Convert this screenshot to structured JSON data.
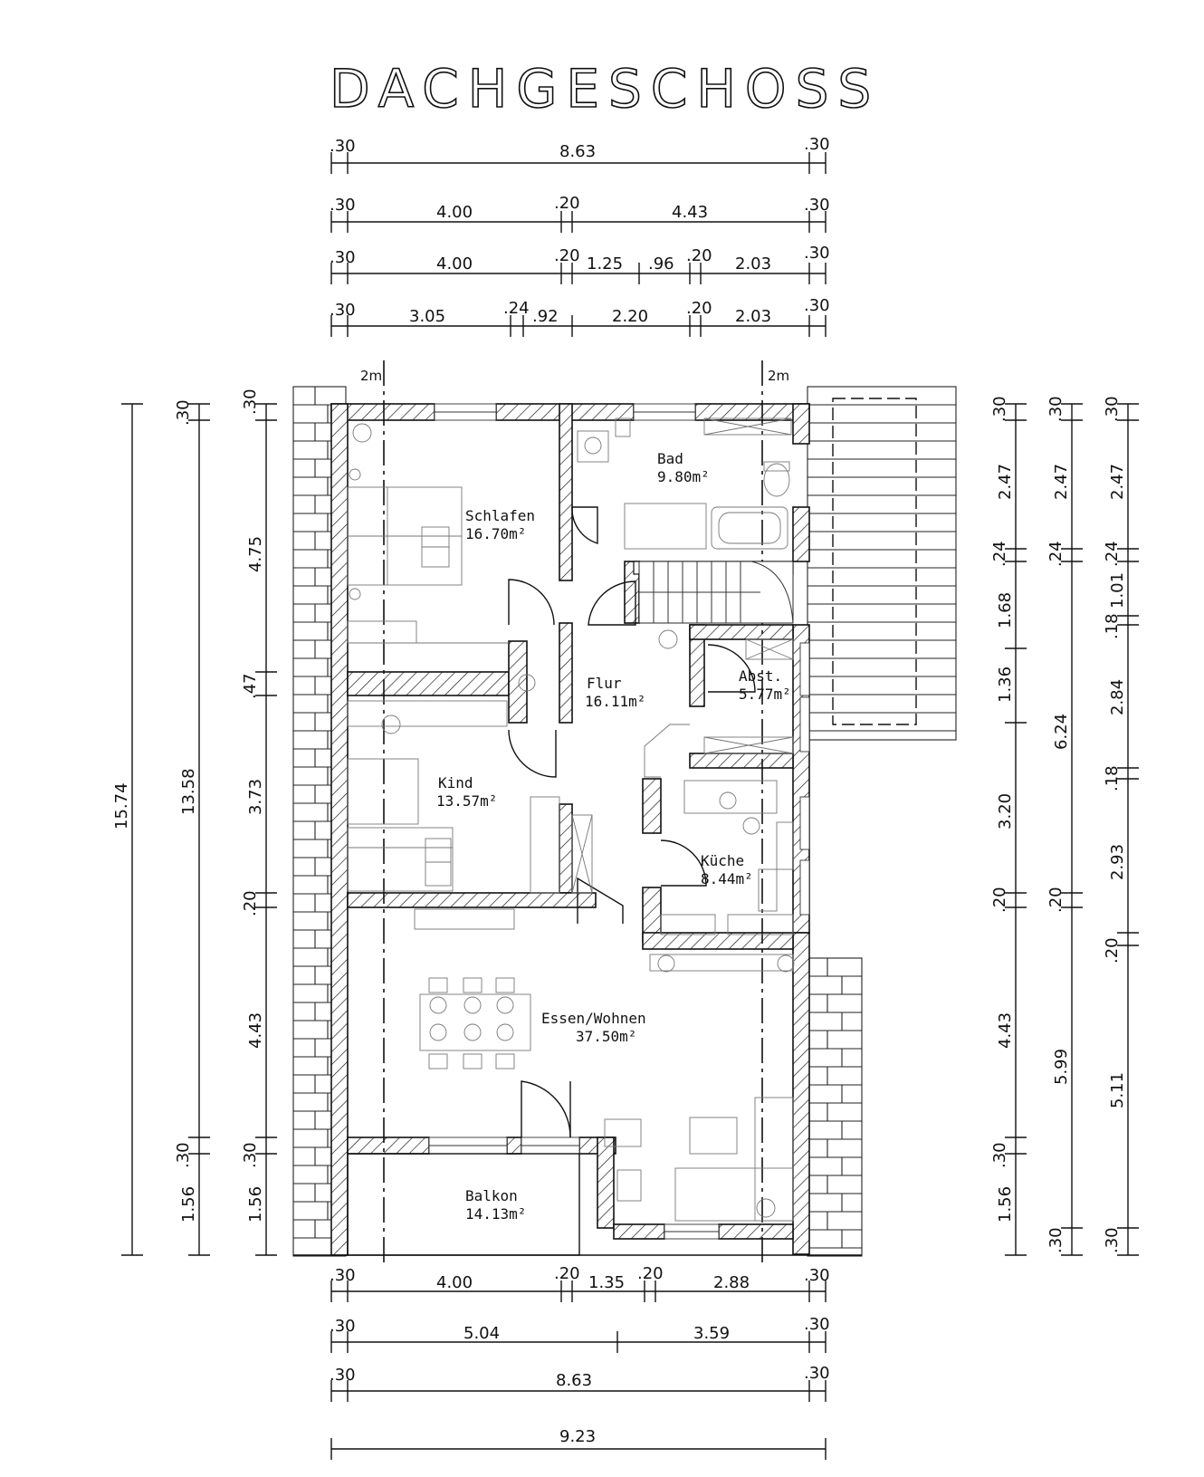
{
  "title": "DACHGESCHOSS",
  "markers": {
    "left": "2m",
    "right": "2m"
  },
  "rooms": [
    {
      "name": "Schlafen",
      "area": "16.70m²"
    },
    {
      "name": "Bad",
      "area": "9.80m²"
    },
    {
      "name": "Flur",
      "area": "16.11m²"
    },
    {
      "name": "Abst.",
      "area": "5.77m²"
    },
    {
      "name": "Kind",
      "area": "13.57m²"
    },
    {
      "name": "Küche",
      "area": "8.44m²"
    },
    {
      "name": "Essen/Wohnen",
      "area": "37.50m²"
    },
    {
      "name": "Balkon",
      "area": "14.13m²"
    }
  ],
  "dimensions": {
    "top_rows": [
      [
        ".30",
        "8.63",
        ".30"
      ],
      [
        ".30",
        "4.00",
        ".20",
        "4.43",
        ".30"
      ],
      [
        ".30",
        "4.00",
        ".20",
        "1.25",
        ".96",
        ".20",
        "2.03",
        ".30"
      ],
      [
        ".30",
        "3.05",
        ".24",
        ".92",
        "2.20",
        ".20",
        "2.03",
        ".30"
      ]
    ],
    "bottom_rows": [
      [
        ".30",
        "4.00",
        ".20",
        "1.35",
        ".20",
        "2.88",
        ".30"
      ],
      [
        ".30",
        "5.04",
        "3.59",
        ".30"
      ],
      [
        ".30",
        "8.63",
        ".30"
      ],
      [
        "9.23"
      ]
    ],
    "left_cols": [
      [
        "15.74"
      ],
      [
        ".30",
        "13.58",
        ".30",
        "1.56"
      ],
      [
        ".30",
        "4.75",
        ".47",
        "3.73",
        ".20",
        "4.43",
        ".30",
        "1.56"
      ]
    ],
    "right_cols": [
      [
        ".30",
        "2.47",
        ".24",
        "1.68",
        "1.36",
        "3.20",
        ".20",
        "4.43",
        ".30",
        "1.56"
      ],
      [
        ".30",
        "2.47",
        ".24",
        "6.24",
        ".20",
        "5.99",
        ".30"
      ],
      [
        ".30",
        "2.47",
        ".24",
        "1.01",
        ".18",
        "2.84",
        ".18",
        "2.93",
        ".20",
        "5.11",
        ".30"
      ]
    ]
  }
}
